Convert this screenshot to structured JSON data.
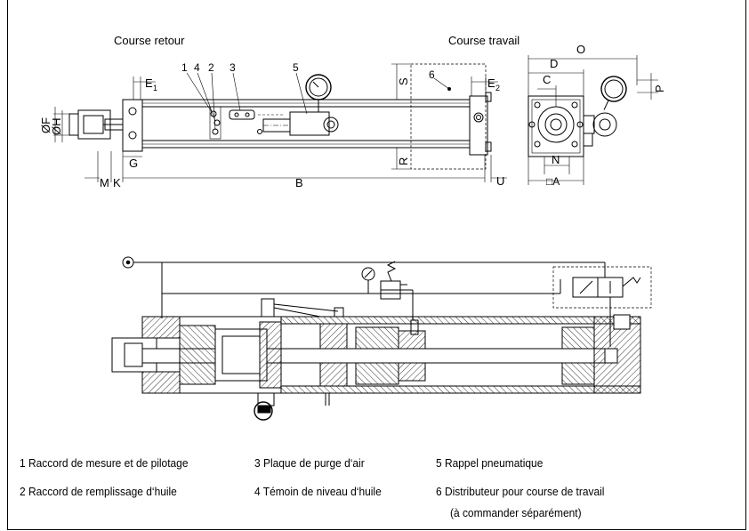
{
  "views": {
    "return_label": "Course retour",
    "work_label": "Course travail"
  },
  "dimensions": {
    "E1": "E",
    "E1_sub": "1",
    "E2": "E",
    "E2_sub": "2",
    "F": "ØF",
    "H": "ØH",
    "G": "G",
    "M": "M",
    "K": "K",
    "B": "B",
    "U": "U",
    "S": "S",
    "R": "R",
    "O": "O",
    "D": "D",
    "C": "C",
    "P": "P",
    "N": "N",
    "A": "□A"
  },
  "callouts": [
    "1",
    "4",
    "2",
    "3",
    "5",
    "6"
  ],
  "legend": {
    "item1": "1 Raccord de mesure et de pilotage",
    "item2": "2 Raccord de remplissage d‘huile",
    "item3": "3 Plaque de purge d‘air",
    "item4": "4 Témoin de niveau d‘huile",
    "item5": "5 Rappel pneumatique",
    "item6": "6 Distributeur pour course de travail",
    "item6b": "(à commander séparément)"
  }
}
